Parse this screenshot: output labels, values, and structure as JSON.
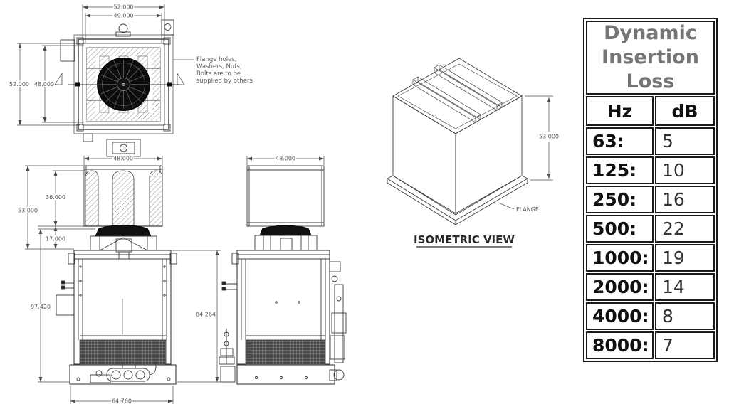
{
  "views": {
    "top": {
      "dim_flange_width": "52.000",
      "dim_opening_width": "49.000",
      "dim_flange_depth": "52.000",
      "dim_opening_depth": "48.000",
      "note_lines": [
        "Flange holes,",
        "Washers, Nuts,",
        "Bolts are to be",
        "supplied by others"
      ]
    },
    "front": {
      "dim_width": "48.000",
      "dim_baffle_height": "36.000",
      "dim_silencer_height": "53.000",
      "dim_plenum_height": "17.000",
      "dim_overall_height": "97.420",
      "dim_body_height": "84.264",
      "dim_base_width": "64.760"
    },
    "side": {
      "dim_width": "48.000"
    },
    "isometric": {
      "dim_height": "53.000",
      "flange_label": "FLANGE",
      "caption": "ISOMETRIC VIEW"
    }
  },
  "table": {
    "title": "Dynamic Insertion Loss",
    "columns": [
      "Hz",
      "dB"
    ],
    "rows": [
      {
        "hz": "63:",
        "db": "5"
      },
      {
        "hz": "125:",
        "db": "10"
      },
      {
        "hz": "250:",
        "db": "16"
      },
      {
        "hz": "500:",
        "db": "22"
      },
      {
        "hz": "1000:",
        "db": "19"
      },
      {
        "hz": "2000:",
        "db": "14"
      },
      {
        "hz": "4000:",
        "db": "8"
      },
      {
        "hz": "8000:",
        "db": "7"
      }
    ]
  }
}
